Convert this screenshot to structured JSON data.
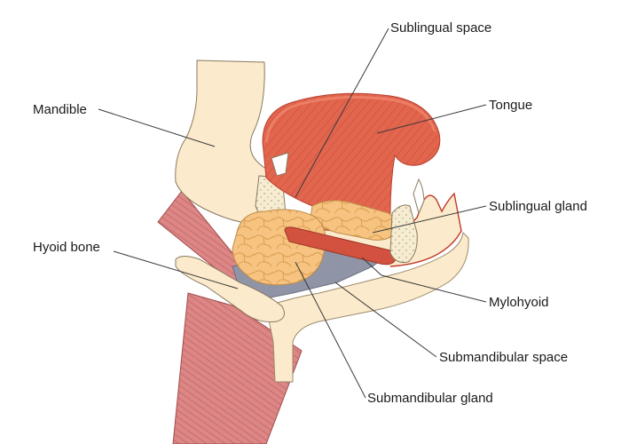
{
  "labels": {
    "sublingual_space": "Sublingual space",
    "tongue": "Tongue",
    "mandible": "Mandible",
    "sublingual_gland": "Sublingual gland",
    "hyoid_bone": "Hyoid bone",
    "mylohyoid": "Mylohyoid",
    "submandibular_space": "Submandibular space",
    "submandibular_gland": "Submandibular gland"
  },
  "colors": {
    "background": "#ffffff",
    "bone": "#fbeacb",
    "bone_outline": "#8a7a60",
    "tongue": "#e0604a",
    "muscle": "#d98080",
    "gland": "#f5c27e",
    "mylohyoid": "#d2523f",
    "space": "#8f94a6",
    "skin": "#fbeacb",
    "mucosa_line": "#c0392b"
  }
}
